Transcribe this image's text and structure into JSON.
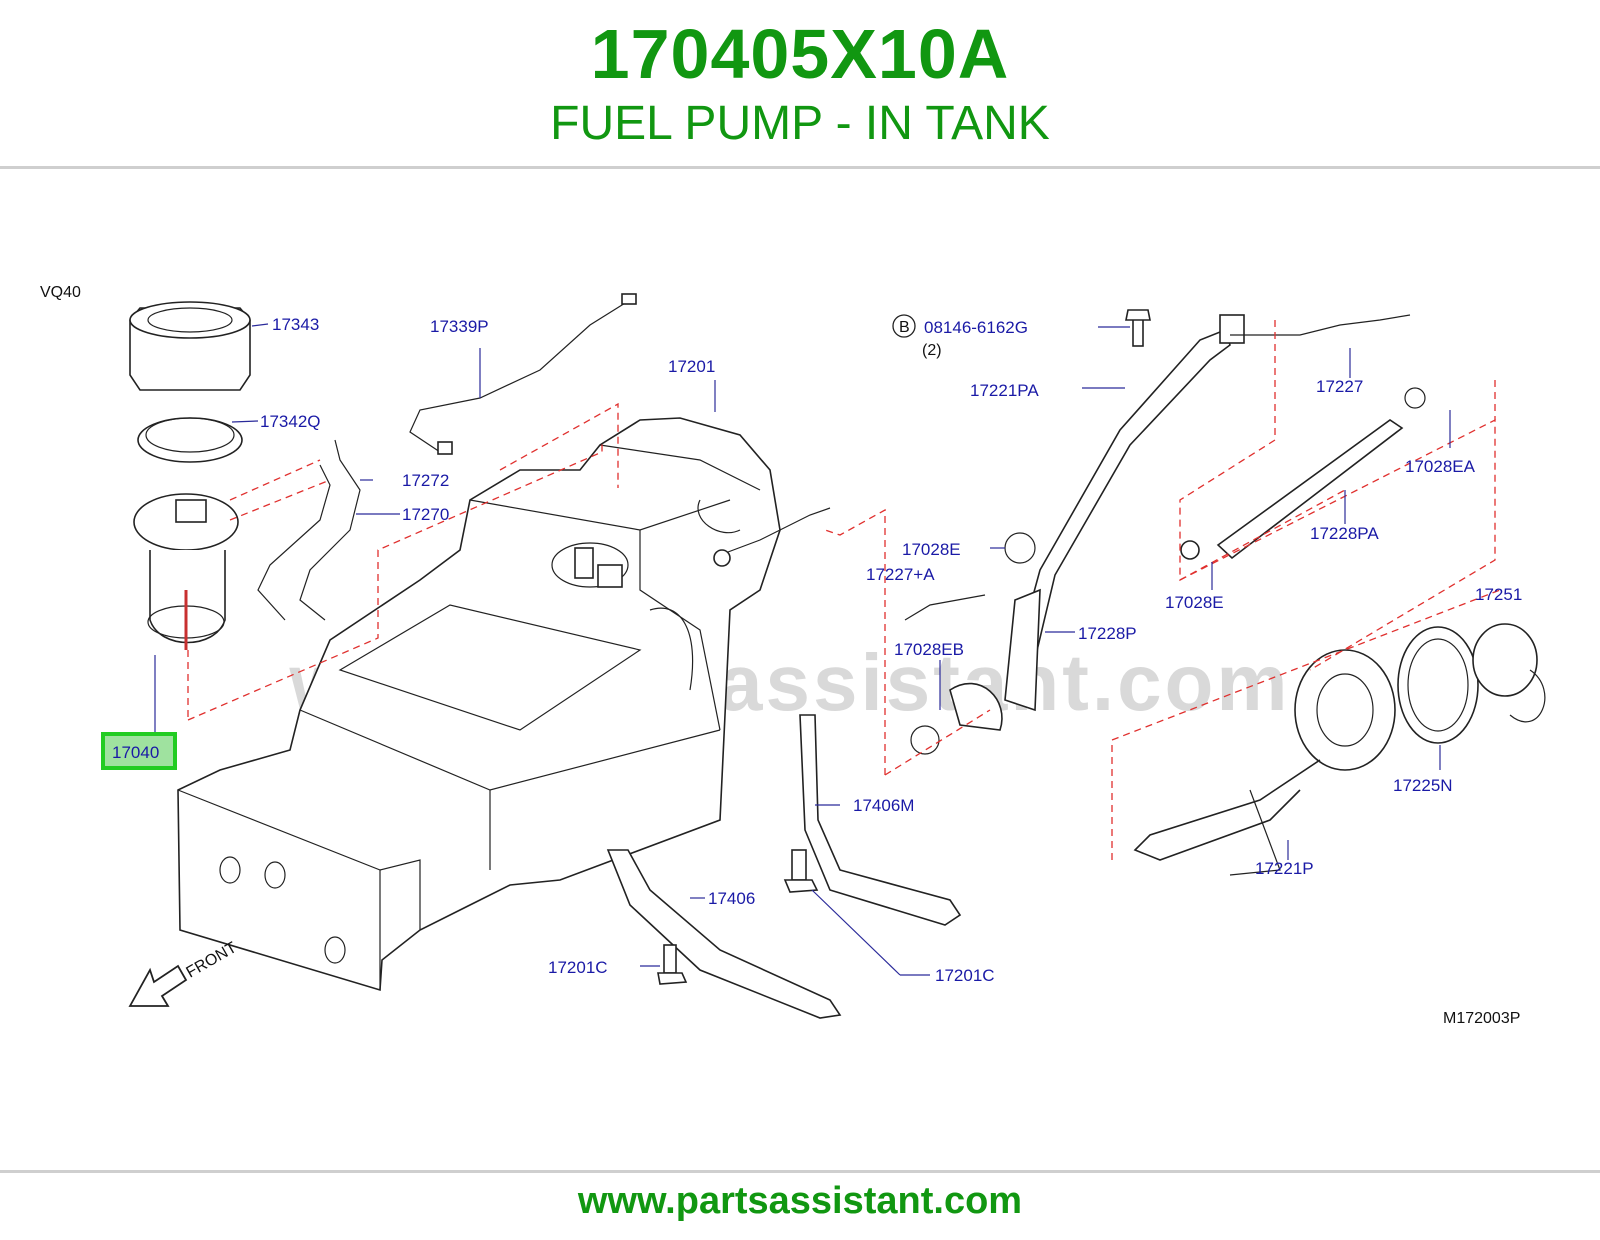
{
  "header": {
    "part_number": "170405X10A",
    "title": "FUEL PUMP - IN TANK"
  },
  "diagram": {
    "engine_label": "VQ40",
    "drawing_code": "M172003P",
    "watermark": "www.partsassistant.com",
    "front_label": "FRONT",
    "bolt_circle_letter": "B",
    "bolt_qty": "(2)",
    "highlight_color": "#22cc22",
    "callouts": {
      "c17343": "17343",
      "c17342q": "17342Q",
      "c17272": "17272",
      "c17270": "17270",
      "c17040": "17040",
      "c17339p": "17339P",
      "c17201": "17201",
      "c08146": "08146-6162G",
      "c17221pa": "17221PA",
      "c17227": "17227",
      "c17028ea": "17028EA",
      "c17228pa": "17228PA",
      "c17028e_a": "17028E",
      "c17227a": "17227+A",
      "c17028e_b": "17028E",
      "c17251": "17251",
      "c17028eb": "17028EB",
      "c17228p": "17228P",
      "c17406m": "17406M",
      "c17225n": "17225N",
      "c17221p": "17221P",
      "c17406": "17406",
      "c17201c_a": "17201C",
      "c17201c_b": "17201C"
    }
  },
  "footer": {
    "url": "www.partsassistant.com"
  }
}
